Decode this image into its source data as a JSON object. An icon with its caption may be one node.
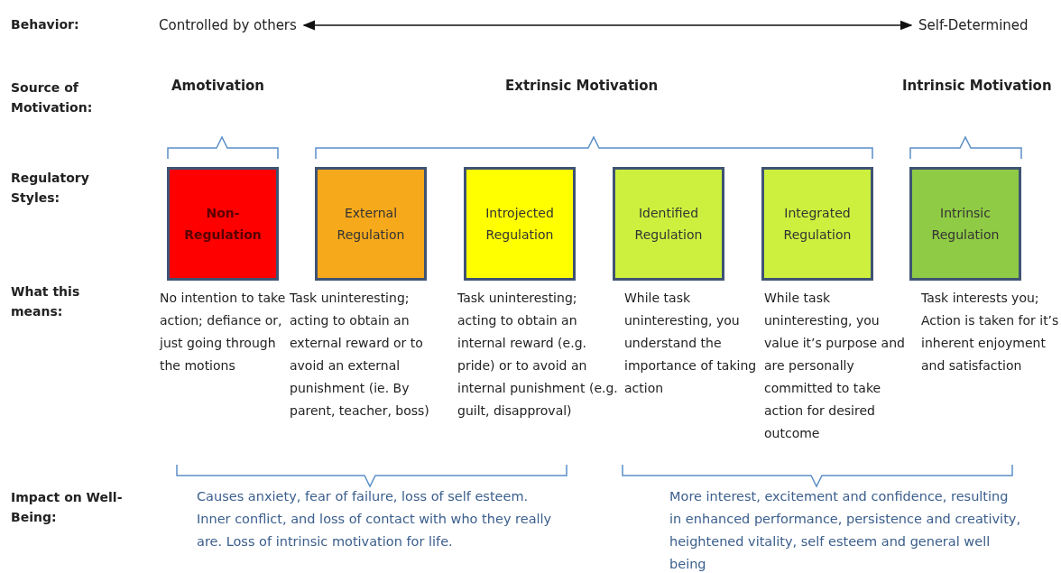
{
  "diagram": {
    "nodes": [
      {
        "text": [
          "Controlled by others"
        ]
      },
      {
        "text": [
          "Self-Determined"
        ]
      },
      {
        "text": [
          "Non-Regulation"
        ],
        "beside": [
          "No intention to take action; defiance or, just going through the motions"
        ]
      },
      {
        "text": [
          "External Regulation"
        ],
        "beside": [
          "Task uninteresting; acting to obtain an external reward or to avoid an external punishment (ie. By parent, teacher, boss)"
        ]
      },
      {
        "text": [
          "Introjected Regulation"
        ],
        "beside": [
          "Task uninteresting; acting to obtain an internal reward (e.g. pride) or to avoid an internal punishment (e.g. guilt, disapproval)"
        ]
      },
      {
        "text": [
          "Identified Regulation"
        ],
        "beside": [
          "While task uninteresting, you understand the importance of taking action"
        ]
      },
      {
        "text": [
          "Integrated Regulation"
        ],
        "beside": [
          "While task uninteresting, you value it’s purpose and are personally committed to take action for desired outcome"
        ]
      },
      {
        "text": [
          "Intrinsic Regulation"
        ],
        "beside": [
          "Task interests you; Action is taken for it’s inherent enjoyment and satisfaction"
        ]
      }
    ],
    "edges": [
      {
        "from": 0,
        "to": 1,
        "arrow": "both"
      }
    ],
    "labels": [
      "Behavior:",
      "Source of Motivation:",
      "Amotivation",
      "Extrinsic Motivation",
      "Intrinsic Motivation",
      "Regulatory Styles:",
      "What this means:",
      "Impact on Well-Being:",
      "Causes anxiety, fear of failure, loss of self esteem.  Inner conflict, and loss of contact with who they really are. Loss of intrinsic motivation for life.",
      "More interest, excitement and confidence, resulting in enhanced performance, persistence and creativity, heightened vitality, self esteem and general well being"
    ]
  }
}
